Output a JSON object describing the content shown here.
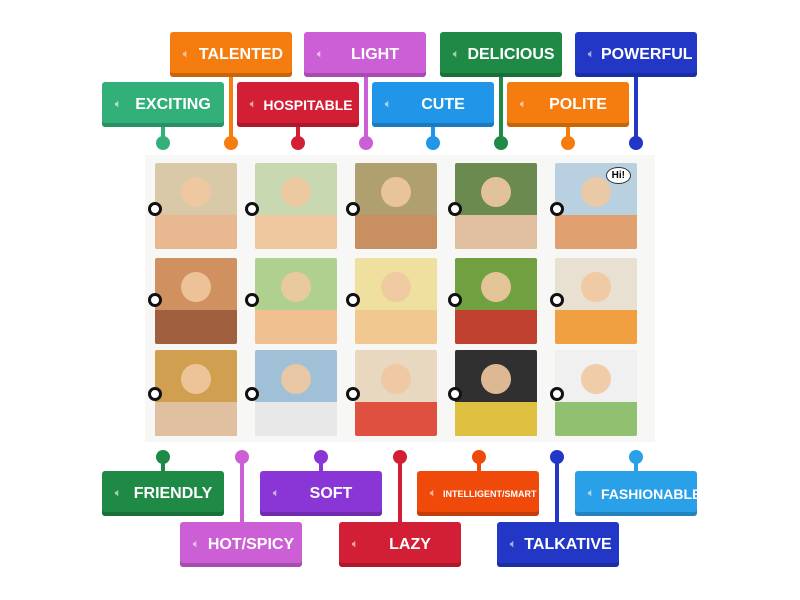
{
  "labels": [
    {
      "text": "TALENTED",
      "color": "#f57c0e",
      "pos": "top1"
    },
    {
      "text": "LIGHT",
      "color": "#cc5fd6",
      "pos": "top1"
    },
    {
      "text": "DELICIOUS",
      "color": "#1e8a46",
      "pos": "top1"
    },
    {
      "text": "POWERFUL",
      "color": "#2237c6",
      "pos": "top1"
    },
    {
      "text": "EXCITING",
      "color": "#33b07a",
      "pos": "top2"
    },
    {
      "text": "HOSPITABLE",
      "color": "#d21f35",
      "pos": "top2"
    },
    {
      "text": "CUTE",
      "color": "#2196e8",
      "pos": "top2"
    },
    {
      "text": "POLITE",
      "color": "#f57c0e",
      "pos": "top2"
    },
    {
      "text": "FRIENDLY",
      "color": "#1e8a46",
      "pos": "bottom1"
    },
    {
      "text": "SOFT",
      "color": "#8a35d6",
      "pos": "bottom1"
    },
    {
      "text": "INTELLIGENT/SMART",
      "color": "#f04a0a",
      "pos": "bottom1"
    },
    {
      "text": "FASHIONABLE",
      "color": "#2aa0e8",
      "pos": "bottom1"
    },
    {
      "text": "HOT/SPICY",
      "color": "#cc5fd6",
      "pos": "bottom2"
    },
    {
      "text": "LAZY",
      "color": "#d21f35",
      "pos": "bottom2"
    },
    {
      "text": "TALKATIVE",
      "color": "#2237c6",
      "pos": "bottom2"
    }
  ],
  "speaker_icon": "speaker-icon",
  "picture_bubble_text": "Hi!"
}
